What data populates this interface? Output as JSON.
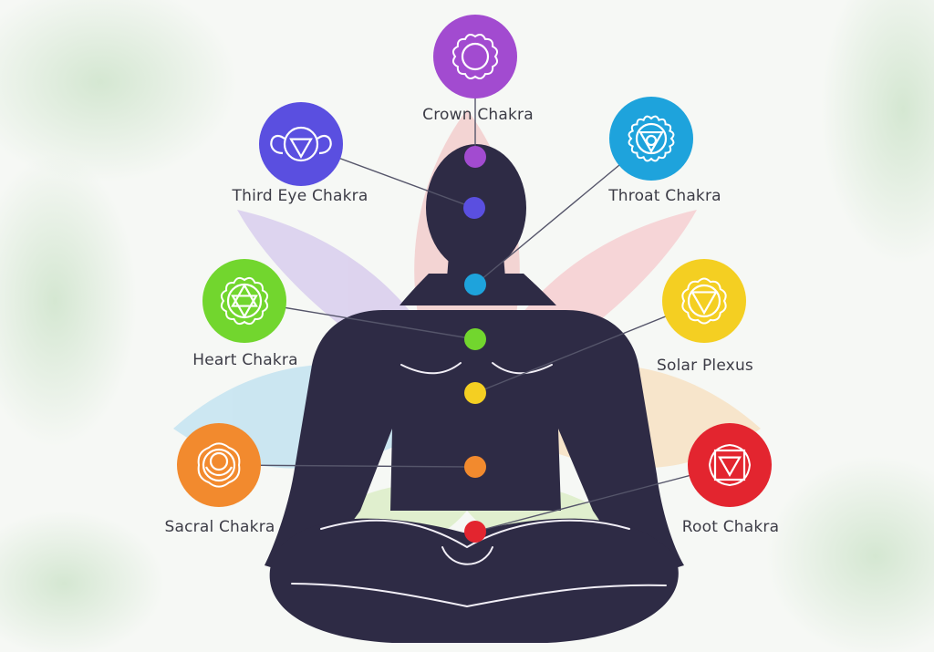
{
  "diagram": {
    "chakras": [
      {
        "id": "crown",
        "label": "Crown Chakra",
        "color": "#a24bd0",
        "icon": "lotus-circle-icon"
      },
      {
        "id": "third-eye",
        "label": "Third Eye Chakra",
        "color": "#5a4fe0",
        "icon": "eye-triangle-icon"
      },
      {
        "id": "throat",
        "label": "Throat Chakra",
        "color": "#1ea3dc",
        "icon": "lotus-triangle-icon"
      },
      {
        "id": "heart",
        "label": "Heart Chakra",
        "color": "#72d62e",
        "icon": "hexagram-icon"
      },
      {
        "id": "solar",
        "label": "Solar Plexus",
        "color": "#f4cf22",
        "icon": "down-triangle-icon"
      },
      {
        "id": "sacral",
        "label": "Sacral Chakra",
        "color": "#f28a2e",
        "icon": "crescent-icon"
      },
      {
        "id": "root",
        "label": "Root Chakra",
        "color": "#e3252f",
        "icon": "square-triangle-icon"
      }
    ],
    "silhouette_color": "#2e2b45",
    "background_color": "#f6f8f5"
  }
}
